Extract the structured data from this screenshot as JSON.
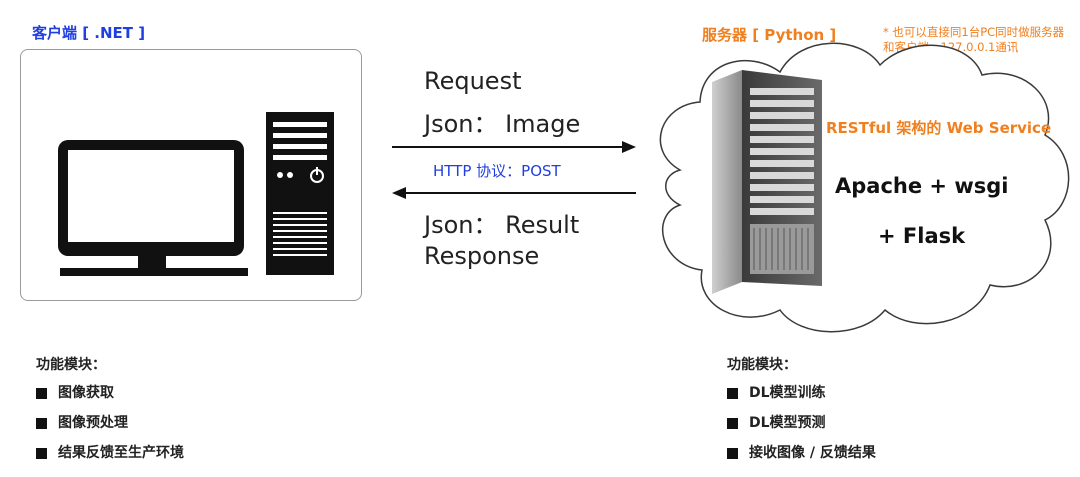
{
  "client": {
    "title": "客户端 [ .NET ]"
  },
  "server": {
    "title": "服务器 [ Python ]",
    "note": "* 也可以直接同1台PC同时做服务器和客户端，127.0.0.1通讯",
    "rest": "RESTful 架构的 Web Service",
    "stack1": "Apache + wsgi",
    "stack2": "+ Flask"
  },
  "request": {
    "line1": "Request",
    "line2": "Json： Image"
  },
  "protocol": "HTTP 协议：POST",
  "response": {
    "line1": "Json： Result",
    "line2": "Response"
  },
  "client_features": {
    "title": "功能模块：",
    "items": [
      "图像获取",
      "图像预处理",
      "结果反馈至生产环境"
    ]
  },
  "server_features": {
    "title": "功能模块：",
    "items": [
      "DL模型训练",
      "DL模型预测",
      "接收图像 / 反馈结果"
    ]
  },
  "colors": {
    "blue": "#1f3fe0",
    "orange": "#f07f1e"
  }
}
